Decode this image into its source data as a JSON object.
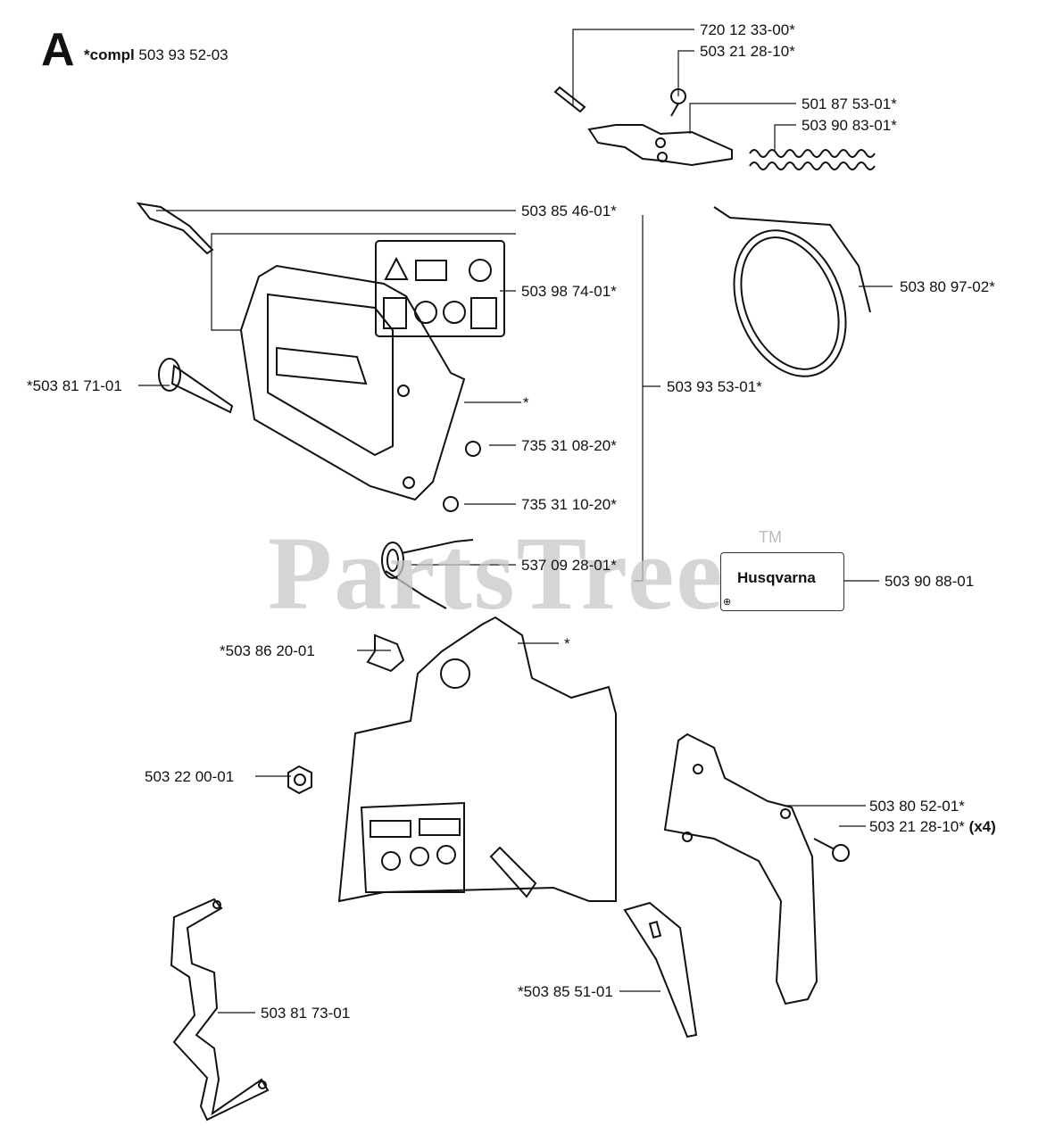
{
  "header": {
    "letter": "A",
    "compl_label": "*compl",
    "compl_part": "503 93 52-03"
  },
  "callouts": {
    "pin": "720 12 33-00*",
    "screw_top": "503 21 28-10*",
    "lever": "501 87 53-01*",
    "spring": "503 90 83-01*",
    "pivot_bolt": "503 85 46-01*",
    "warning_decal": "503 98 74-01*",
    "brake_band": "503 80 97-02*",
    "bushing": "*503 81 71-01",
    "handguard_star": "*",
    "assembly": "503 93 53-01*",
    "circlip_a": "735 31 08-20*",
    "circlip_b": "735 31 10-20*",
    "torsion_spring": "537 09 28-01*",
    "brand_decal": "503 90 88-01",
    "clip": "*503 86 20-01",
    "cover_star": "*",
    "nut": "503 22 00-01",
    "plate": "503 80 52-01*",
    "screw_bottom": "503 21 28-10*",
    "screw_bottom_qty": "(x4)",
    "guide": "*503 85 51-01",
    "catcher": "503 81 73-01"
  },
  "watermark": "PartsTree",
  "watermark_tm": "TM",
  "brand_logo_text": "Husqvarna"
}
